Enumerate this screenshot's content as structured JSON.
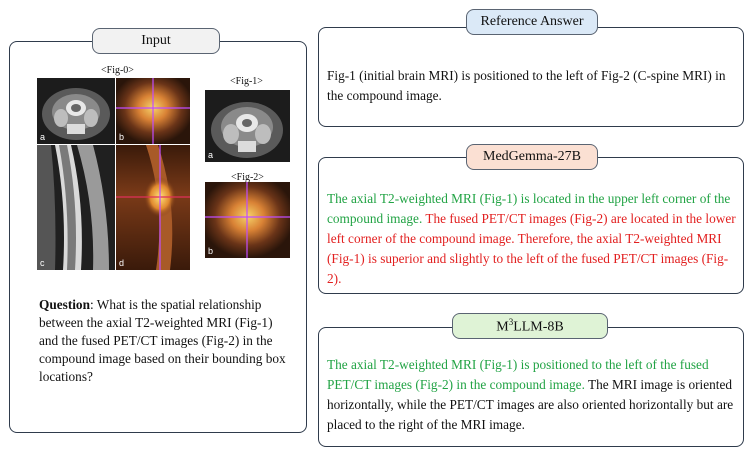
{
  "input": {
    "title": "Input",
    "fig0_label": "<Fig-0>",
    "fig1_label": "<Fig-1>",
    "fig2_label": "<Fig-2>",
    "panel_letters": [
      "a",
      "b",
      "c",
      "d"
    ],
    "fig1_letter": "a",
    "fig2_letter": "b",
    "question_label": "Question",
    "question_text": ": What is the spatial relationship between the axial T2-weighted MRI (Fig-1) and the fused PET/CT images (Fig-2) in the compound image based on their bounding box locations?"
  },
  "reference": {
    "title": "Reference Answer",
    "text": "Fig-1 (initial brain MRI) is positioned to the left of Fig-2 (C-spine MRI) in the compound image."
  },
  "medgemma": {
    "title": "MedGemma-27B",
    "green_text": "The axial T2-weighted MRI (Fig-1) is located in the upper left corner of the compound image.",
    "red_text": " The fused PET/CT images (Fig-2) are located in the lower left corner of the compound image. Therefore, the axial T2-weighted MRI (Fig-1) is superior and slightly to the left of the fused PET/CT images (Fig-2)."
  },
  "m3llm": {
    "title_prefix": "M",
    "title_sup": "3",
    "title_suffix": "LLM-8B",
    "green_text": "The axial T2-weighted MRI (Fig-1) is positioned to the left of the fused PET/CT images (Fig-2) in the compound image.",
    "black_text": " The MRI image is oriented horizontally, while the PET/CT images are also oriented horizontally but are placed to the right of the MRI image."
  },
  "colors": {
    "reference_tab": "#dbe9f7",
    "medgemma_tab": "#fbe0d3",
    "m3llm_tab": "#dff3d6",
    "input_tab": "#f2f2f2",
    "correct": "#21a344",
    "incorrect": "#e21f1f"
  }
}
